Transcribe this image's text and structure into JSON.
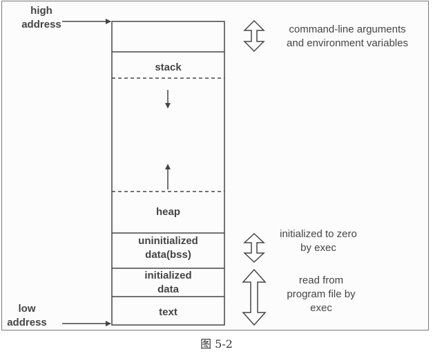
{
  "diagram": {
    "high_address": [
      "high",
      "address"
    ],
    "low_address": [
      "low",
      "address"
    ],
    "segments": {
      "args": "",
      "stack": "stack",
      "heap": "heap",
      "bss": [
        "uninitialized",
        "data(bss)"
      ],
      "data": [
        "initialized",
        "data"
      ],
      "text": "text"
    },
    "annotations": {
      "args": [
        "command-line arguments",
        "and environment variables"
      ],
      "bss": [
        "initialized to zero",
        "by exec"
      ],
      "program": [
        "read from",
        "program file by",
        "exec"
      ]
    },
    "caption": "图 5-2",
    "colors": {
      "line": "#444444",
      "frame": "#777777"
    }
  }
}
